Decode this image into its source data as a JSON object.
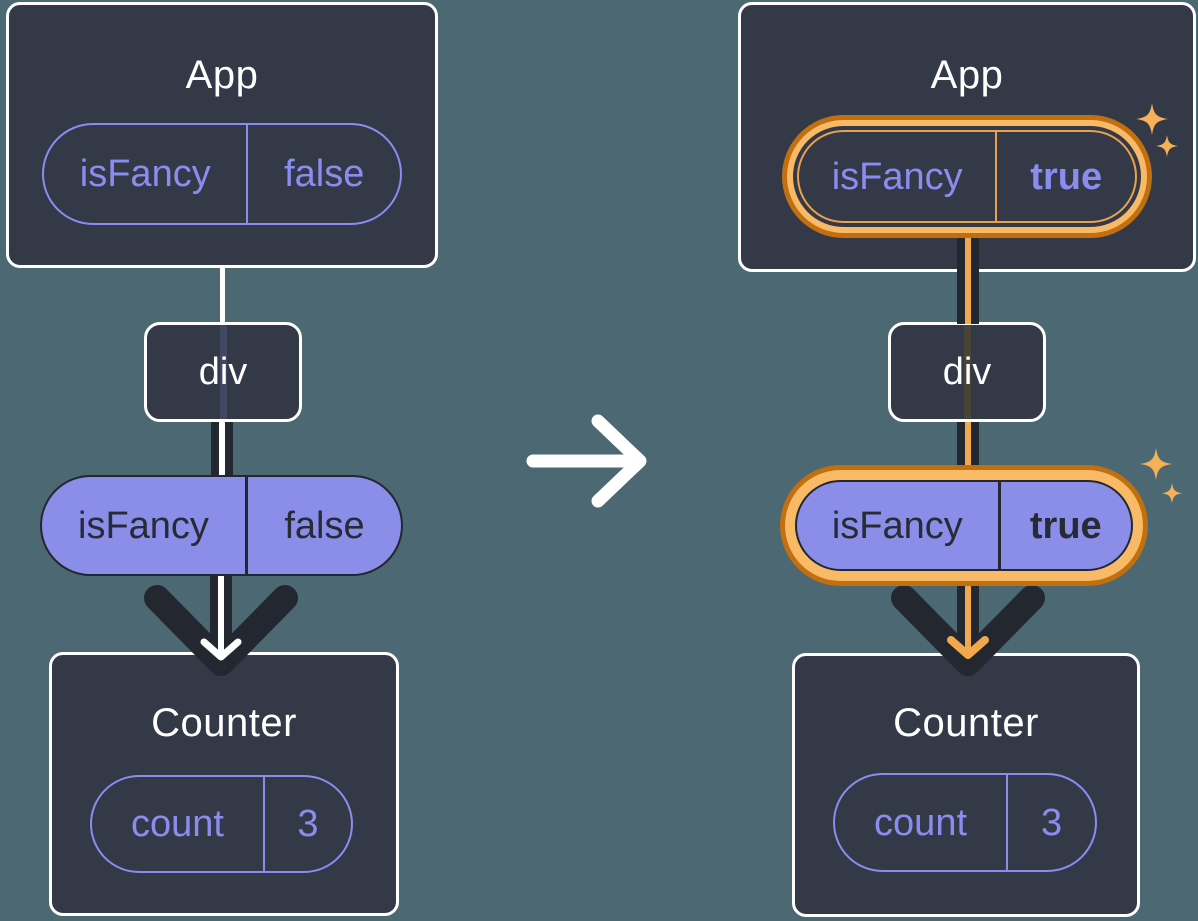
{
  "diagram": {
    "before": {
      "app": {
        "title": "App",
        "prop": {
          "name": "isFancy",
          "value": "false"
        }
      },
      "div": {
        "label": "div"
      },
      "passed_prop": {
        "name": "isFancy",
        "value": "false"
      },
      "counter": {
        "title": "Counter",
        "state": {
          "name": "count",
          "value": "3"
        }
      }
    },
    "after": {
      "app": {
        "title": "App",
        "prop": {
          "name": "isFancy",
          "value": "true"
        }
      },
      "div": {
        "label": "div"
      },
      "passed_prop": {
        "name": "isFancy",
        "value": "true"
      },
      "counter": {
        "title": "Counter",
        "state": {
          "name": "count",
          "value": "3"
        }
      }
    }
  },
  "icons": {
    "transition_arrow": "right-arrow",
    "highlight_sparkles": "sparkle-4-point"
  },
  "colors": {
    "background": "#4C6872",
    "card_fill": "#333947",
    "card_border": "#FFFFFF",
    "purple": "#8B8CF0",
    "purple_fill": "#8A8EE9",
    "ink": "#23272F",
    "orange_dark": "#C26F10",
    "orange": "#F2A94D",
    "orange_light": "#F8BA67",
    "sparkle": "#F6B156"
  }
}
